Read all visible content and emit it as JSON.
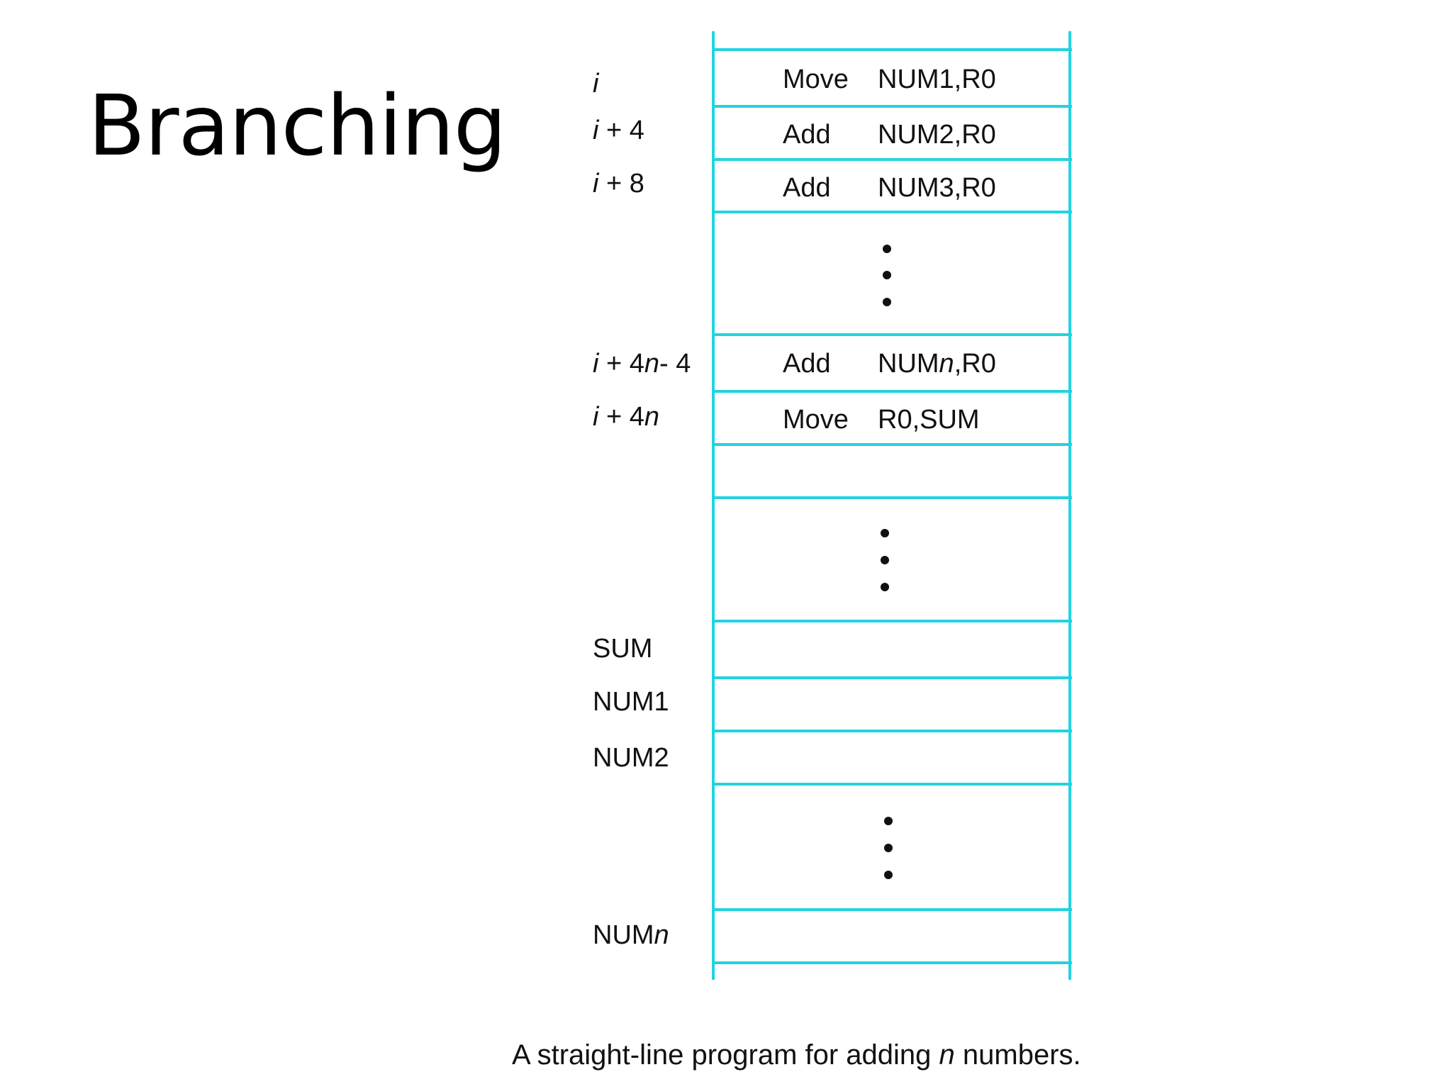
{
  "slide": {
    "title": "Branching"
  },
  "colors": {
    "memory_lines": "#22d3e0",
    "text": "#111111"
  },
  "address_labels": {
    "i": {
      "var": "i",
      "rest": ""
    },
    "i_plus_4": {
      "var": "i",
      "rest": " + 4"
    },
    "i_plus_8": {
      "var": "i",
      "rest": " + 8"
    },
    "i_plus_4n_minus_4": {
      "var": "i",
      "plus": " + 4",
      "n": "n",
      "tail": "- 4"
    },
    "i_plus_4n": {
      "var": "i",
      "plus": " + 4",
      "n": "n"
    },
    "sum": "SUM",
    "num1": "NUM1",
    "num2": "NUM2",
    "numn": {
      "prefix": "NUM",
      "n": "n"
    }
  },
  "instructions": [
    {
      "op": "Move",
      "operand": "NUM1,R0"
    },
    {
      "op": "Add",
      "operand": "NUM2,R0"
    },
    {
      "op": "Add",
      "operand": "NUM3,R0"
    },
    {
      "op": "Add",
      "operand_prefix": "NUM",
      "operand_var": "n",
      "operand_suffix": ",R0"
    },
    {
      "op": "Move",
      "operand": "R0,SUM"
    }
  ],
  "caption": {
    "before": "A straight-line  program for adding ",
    "var": "n",
    "after": " numbers."
  }
}
